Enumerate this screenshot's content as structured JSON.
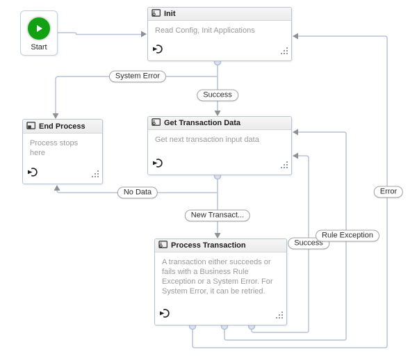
{
  "diagram": {
    "type": "state-machine-flowchart",
    "start": {
      "label": "Start"
    },
    "states": [
      {
        "id": "init",
        "title": "Init",
        "description": "Read Config, Init Applications"
      },
      {
        "id": "end-process",
        "title": "End Process",
        "description": "Process stops here"
      },
      {
        "id": "get-transaction-data",
        "title": "Get Transaction Data",
        "description": "Get next transaction input data"
      },
      {
        "id": "process-transaction",
        "title": "Process Transaction",
        "description": "A transaction either succeeds or fails with a Business Rule Exception or a System Error. For System Error, it can be retried."
      }
    ],
    "transitions": [
      {
        "label": "System Error",
        "from": "Init",
        "to": "End Process"
      },
      {
        "label": "Success",
        "from": "Init",
        "to": "Get Transaction Data"
      },
      {
        "label": "No Data",
        "from": "Get Transaction Data",
        "to": "End Process"
      },
      {
        "label": "New Transact...",
        "from": "Get Transaction Data",
        "to": "Process Transaction"
      },
      {
        "label": "Success",
        "from": "Process Transaction",
        "to": "Get Transaction Data"
      },
      {
        "label": "Rule Exception",
        "from": "Process Transaction",
        "to": "Get Transaction Data"
      },
      {
        "label": "Error",
        "from": "Process Transaction",
        "to": "Init"
      }
    ]
  },
  "colors": {
    "connector": "#b7c3d8",
    "arrow": "#8d9096",
    "node_border": "#b7c3d8",
    "header_bg": "#f0f0f0",
    "title_text": "#1b1b1b",
    "body_text": "#9a9a9a",
    "pill_border": "#a3a3a3",
    "start_green": "#12a112",
    "junction_fill": "#dee4ef"
  }
}
